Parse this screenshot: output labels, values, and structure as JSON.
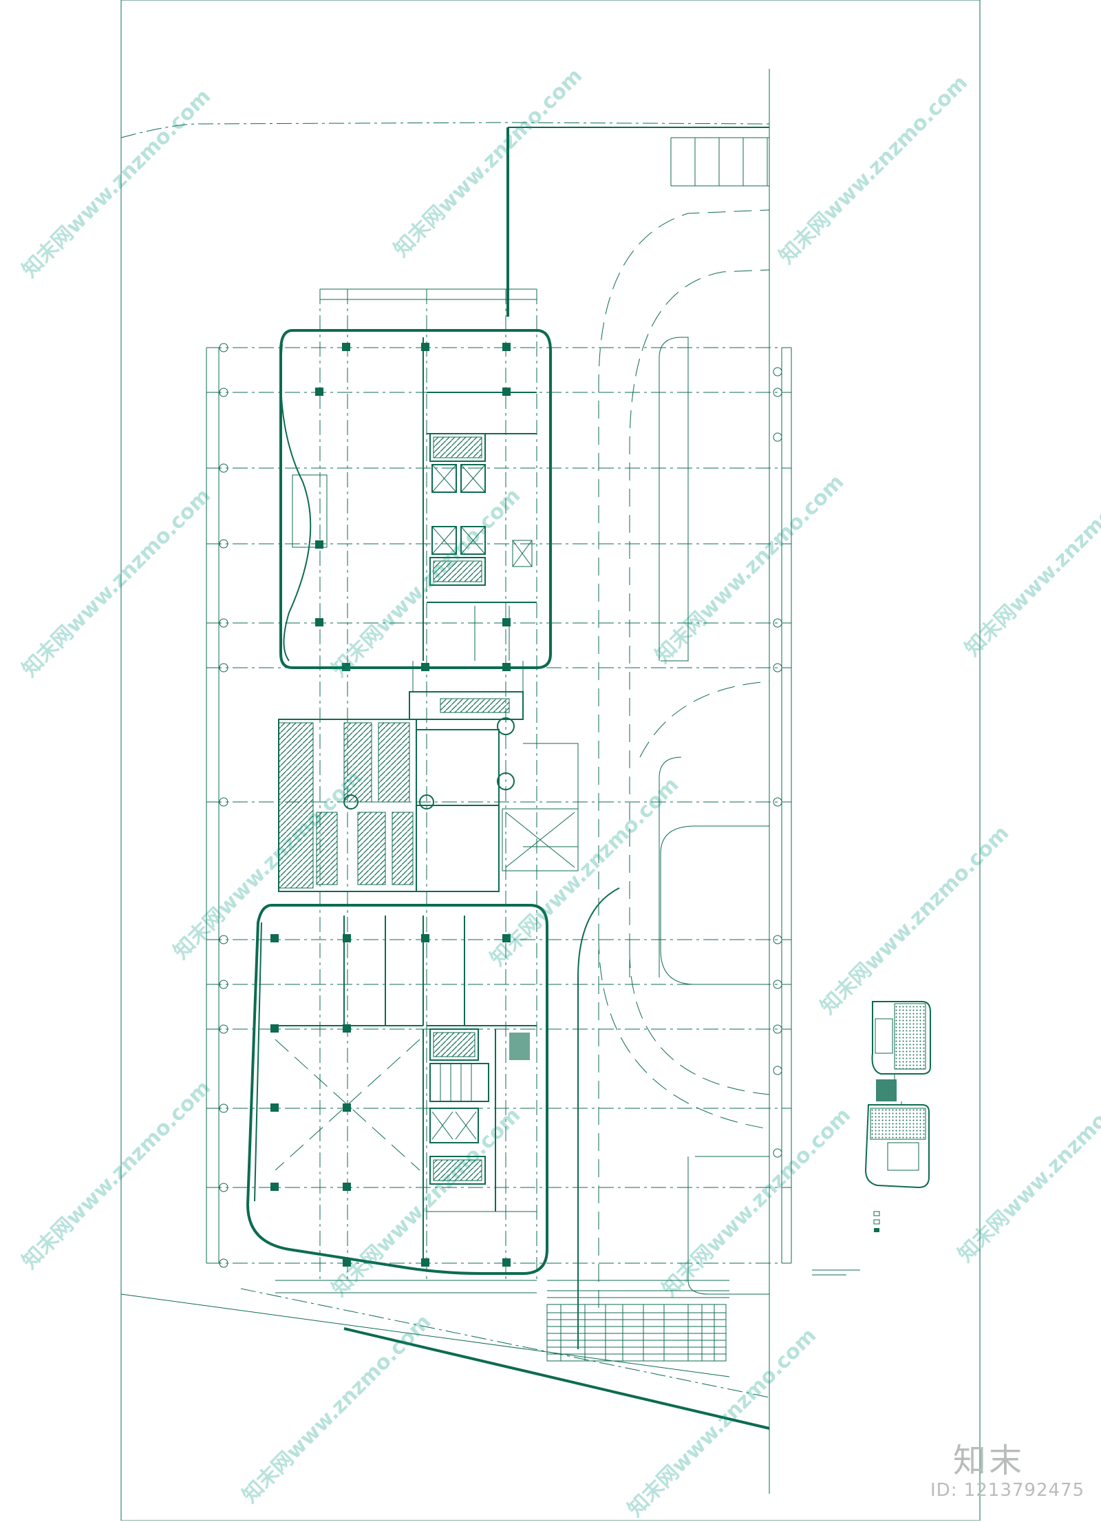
{
  "watermark": {
    "text": "知末网www.znzmo.com"
  },
  "brand": {
    "logo_text": "知末",
    "id_text": "ID: 1213792475"
  },
  "colors": {
    "line": "#0d6b50",
    "watermark": "#00a088",
    "brand": "#b9bcbc"
  }
}
